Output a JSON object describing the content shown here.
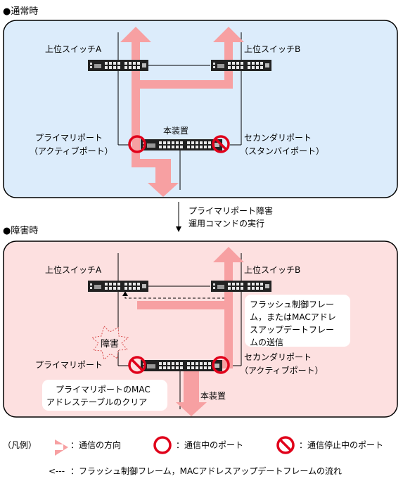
{
  "normal": {
    "heading": "●通常時",
    "switch_a": "上位スイッチA",
    "switch_b": "上位スイッチB",
    "device": "本装置",
    "primary_line1": "プライマリポート",
    "primary_line2": "（アクティブポート）",
    "secondary_line1": "セカンダリポート",
    "secondary_line2": "（スタンバイポート）"
  },
  "transition": {
    "line1": "プライマリポート障害",
    "line2": "運用コマンドの実行"
  },
  "failure": {
    "heading": "●障害時",
    "switch_a": "上位スイッチA",
    "switch_b": "上位スイッチB",
    "device": "本装置",
    "burst": "障害",
    "primary": "プライマリポート",
    "secondary_line1": "セカンダリポート",
    "secondary_line2": "（アクティブポート）",
    "callout_flush_lines": [
      "フラッシュ制御フレー",
      "ム，またはMACアドレ",
      "スアップデートフレー",
      "ムの送信"
    ],
    "callout_clear_lines": [
      "プライマリポートのMAC",
      "アドレステーブルのクリア"
    ]
  },
  "legend": {
    "label": "（凡例）",
    "arrow_text": "：通信の方向",
    "active_text": "：通信中のポート",
    "blocked_text": "：通信停止中のポート",
    "flush_prefix": "<---",
    "flush_text": "：フラッシュ制御フレーム，MACアドレスアップデートフレームの流れ"
  },
  "colors": {
    "normal_panel": "#dcecfb",
    "failure_panel": "#fde0e0",
    "traffic_arrow": "#f7a0a2",
    "port_ring": "#e0001a"
  }
}
